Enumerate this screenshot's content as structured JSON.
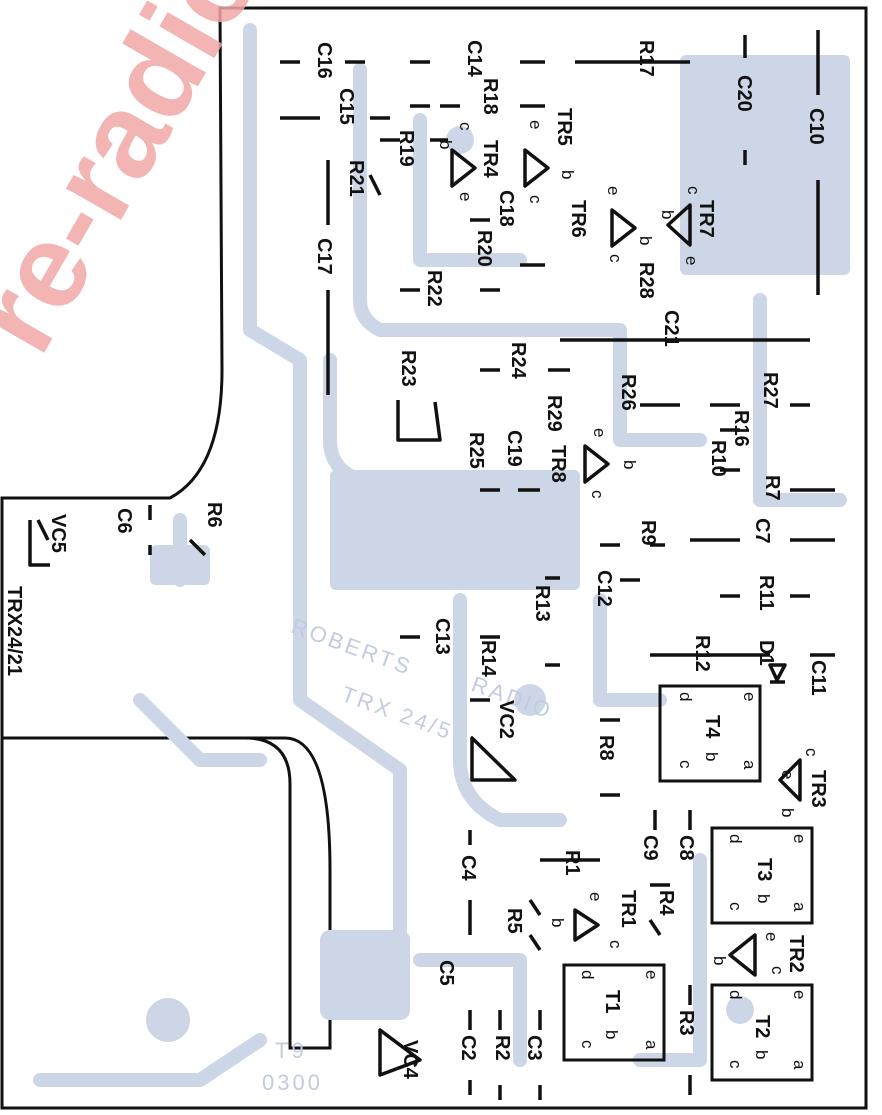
{
  "board_label": "TRX24/21",
  "ghost_text": [
    "ROBERTS",
    "RADIO",
    "TRX 24/5",
    "0300",
    "T9"
  ],
  "watermark": "re-radio",
  "colors": {
    "copper": "#cdd6e6",
    "ink": "#111111",
    "watermark": "#f2a7a7"
  },
  "components": {
    "C16": "C16",
    "C14": "C14",
    "R17": "R17",
    "C20": "C20",
    "C10": "C10",
    "C15": "C15",
    "R18": "R18",
    "TR5": "TR5",
    "R19": "R19",
    "TR4": "TR4",
    "R21": "R21",
    "C18": "C18",
    "TR6": "TR6",
    "TR7": "TR7",
    "R20": "R20",
    "R22": "R22",
    "C17": "C17",
    "R28": "R28",
    "C21": "C21",
    "R23": "R23",
    "R24": "R24",
    "R26": "R26",
    "R27": "R27",
    "R29": "R29",
    "TR8": "TR8",
    "R16": "R16",
    "R10": "R10",
    "R25": "R25",
    "C19": "C19",
    "R7": "R7",
    "R6": "R6",
    "C6": "C6",
    "VC5": "VC5",
    "R9": "R9",
    "C7": "C7",
    "R13": "R13",
    "C12": "C12",
    "R11": "R11",
    "C13": "C13",
    "R14": "R14",
    "R12": "R12",
    "D1": "D1",
    "C11": "C11",
    "VC2": "VC2",
    "T4": "T4",
    "R8": "R8",
    "TR3": "TR3",
    "C8": "C8",
    "C9": "C9",
    "T3": "T3",
    "R1": "R1",
    "C4": "C4",
    "TR1": "TR1",
    "R4": "R4",
    "R5": "R5",
    "TR2": "TR2",
    "C5": "C5",
    "C3": "C3",
    "R3": "R3",
    "T1": "T1",
    "T2": "T2",
    "C2": "C2",
    "R2": "R2",
    "VC4": "VC4"
  },
  "pins": {
    "b": "b",
    "c": "c",
    "e": "e",
    "d": "d",
    "a": "a"
  }
}
